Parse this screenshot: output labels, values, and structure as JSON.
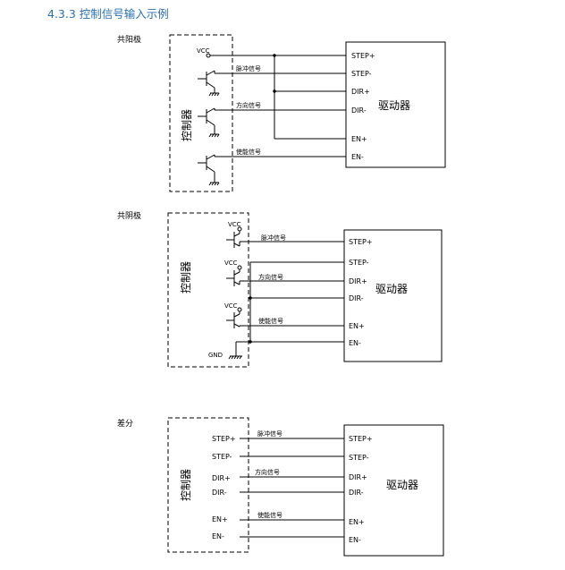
{
  "heading": "4.3.3 控制信号输入示例",
  "sections": {
    "common_anode": "共阳极",
    "common_cathode": "共阴极",
    "differential": "差分"
  },
  "controller": "控制器",
  "driver": "驱动器",
  "vcc": "VCC",
  "gnd": "GND",
  "signals": {
    "pulse": "脉冲信号",
    "direction": "方向信号",
    "enable": "使能信号"
  },
  "terminals": {
    "step_plus": "STEP+",
    "step_minus": "STEP-",
    "dir_plus": "DIR+",
    "dir_minus": "DIR-",
    "en_plus": "EN+",
    "en_minus": "EN-"
  }
}
